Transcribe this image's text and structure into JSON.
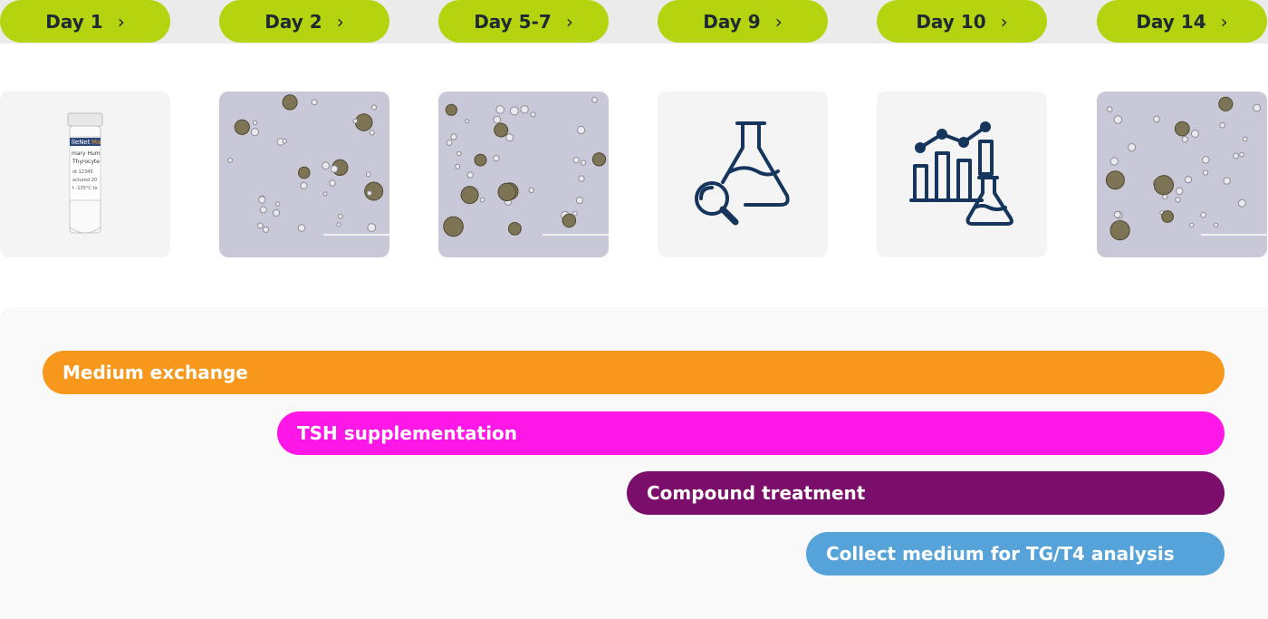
{
  "timeline": {
    "days": [
      {
        "label": "Day 1"
      },
      {
        "label": "Day 2"
      },
      {
        "label": "Day 5-7"
      },
      {
        "label": "Day 9"
      },
      {
        "label": "Day 10"
      },
      {
        "label": "Day 14"
      }
    ],
    "chevron_icon": "chevron-right-icon"
  },
  "tiles": [
    {
      "kind": "vial-photo",
      "vial_texts": [
        "lleNet",
        "Ma",
        "mary Hum",
        "Thyrocyte",
        "ot 12345",
        "actured 20",
        "t -135°C to"
      ]
    },
    {
      "kind": "microscopy-image"
    },
    {
      "kind": "microscopy-image"
    },
    {
      "kind": "flask-magnifier-icon"
    },
    {
      "kind": "chart-flask-icon"
    },
    {
      "kind": "microscopy-image"
    }
  ],
  "phases": [
    {
      "label": "Medium exchange",
      "color": "#f7981d"
    },
    {
      "label": "TSH supplementation",
      "color": "#ff17e8"
    },
    {
      "label": "Compound treatment",
      "color": "#7b0e6b"
    },
    {
      "label": "Collect medium for TG/T4 analysis",
      "color": "#56a3d9"
    }
  ],
  "colors": {
    "pill": "#b5d30f",
    "pill_text": "#1e2a33",
    "icon_stroke": "#16355c"
  }
}
